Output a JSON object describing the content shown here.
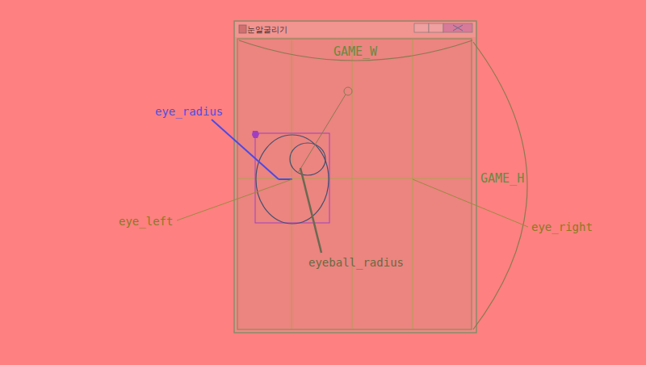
{
  "diagram": {
    "nodes": [
      {
        "text": [
          "눈알굴리기"
        ]
      }
    ],
    "labels": [
      "GAME_W",
      "eye_radius",
      "GAME_H",
      "eye_left",
      "eye_right",
      "eyeball_radius"
    ]
  }
}
